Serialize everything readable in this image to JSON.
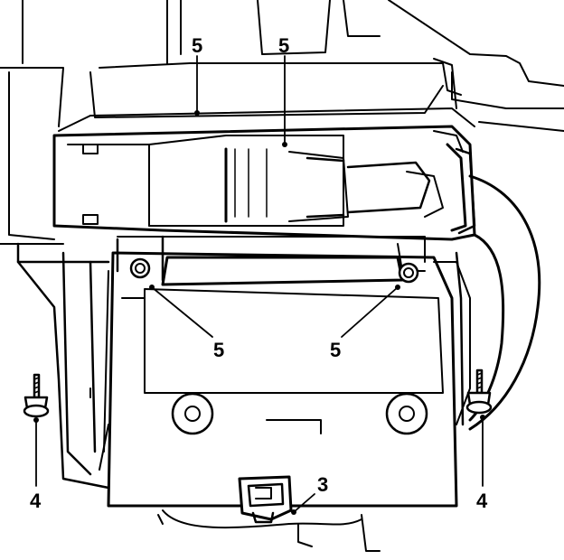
{
  "diagram": {
    "callouts": {
      "top_left": "5",
      "top_right": "5",
      "lower_left": "5",
      "lower_right": "5",
      "bolt_left": "4",
      "bolt_right": "4",
      "connector": "3"
    },
    "colors": {
      "ink": "#000000",
      "paper": "#ffffff"
    }
  }
}
